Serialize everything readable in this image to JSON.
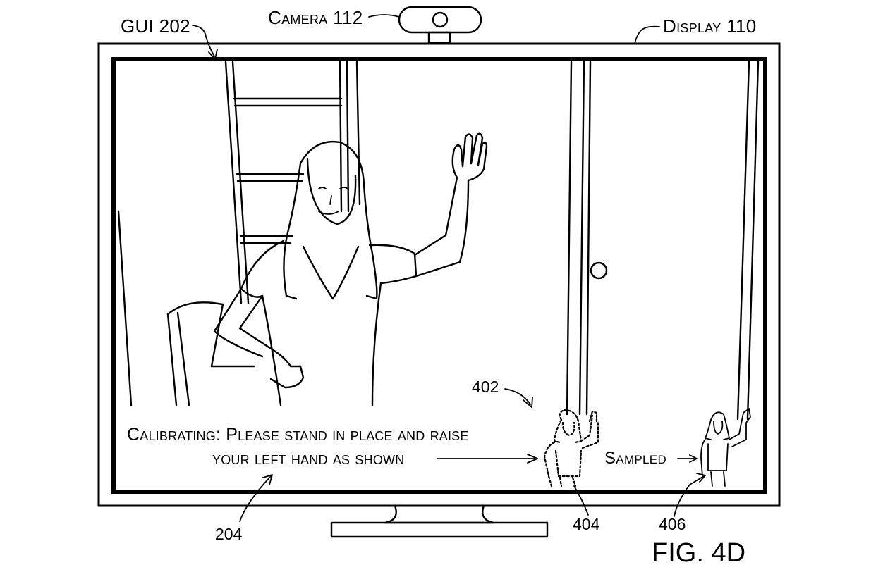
{
  "labels": {
    "camera": "Camera 112",
    "gui": "GUI 202",
    "display": "Display 110",
    "ref_402": "402",
    "ref_404": "404",
    "ref_406": "406",
    "ref_204": "204",
    "sampled": "Sampled",
    "figure": "FIG. 4D"
  },
  "instruction": {
    "line1": "Calibrating: Please stand in place and raise",
    "line2": "your left hand as shown"
  }
}
